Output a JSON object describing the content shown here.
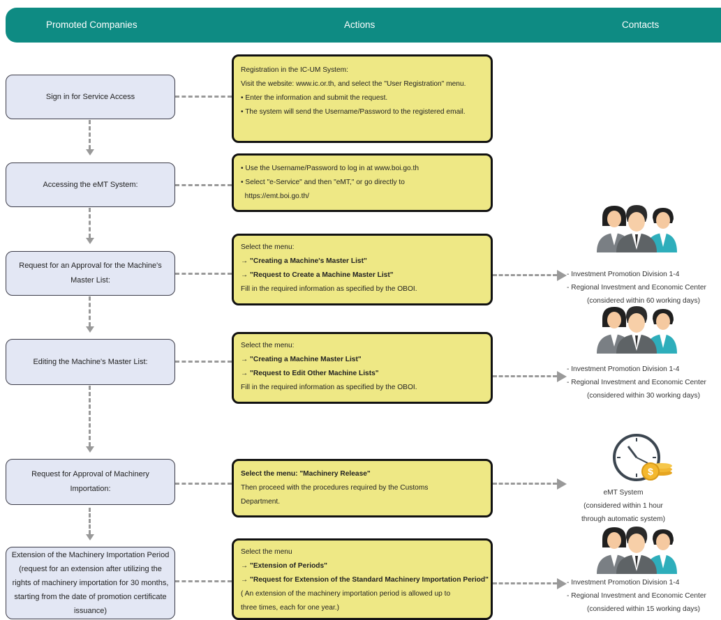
{
  "header": {
    "col_left": "Promoted Companies",
    "col_mid": "Actions",
    "col_right": "Contacts"
  },
  "steps": [
    {
      "left": "Sign in for Service Access",
      "actions": [
        "Registration in the IC-UM System:",
        "Visit the website: www.ic.or.th, and select the \"User Registration\" menu.",
        "• Enter the information and submit the request.",
        "• The system will send the Username/Password to the registered email."
      ]
    },
    {
      "left": "Accessing the eMT System:",
      "actions": [
        "• Use the Username/Password to log in at www.boi.go.th",
        "• Select \"e-Service\" and then \"eMT,\" or go directly to",
        "  https://emt.boi.go.th/"
      ]
    },
    {
      "left": "Request for an Approval for the Machine's Master List:",
      "actions": [
        "Select the menu:",
        "→ \"Creating a Machine's Master List\"",
        "→ \"Request to Create a Machine Master List\"",
        "Fill in the required information as specified by the OBOI."
      ],
      "contact": [
        "- Investment Promotion Division 1-4",
        "- Regional Investment and Economic Center",
        "(considered within 60 working days)"
      ]
    },
    {
      "left": "Editing the Machine's Master List:",
      "actions": [
        "Select the menu:",
        "→ \"Creating a Machine Master List\"",
        "→ \"Request to Edit Other Machine Lists\"",
        "Fill in the required information as specified by the OBOI."
      ],
      "contact": [
        "- Investment Promotion Division 1-4",
        "- Regional Investment and Economic Center",
        "(considered within 30 working days)"
      ]
    },
    {
      "left": "Request for Approval of Machinery Importation:",
      "actions": [
        "Select the menu: \"Machinery Release\"",
        "Then proceed with the procedures required by the Customs",
        "Department."
      ],
      "contact": [
        "eMT System",
        "(considered within 1 hour",
        "through automatic system)"
      ]
    },
    {
      "left": "Extension of the Machinery Importation Period (request for an extension after utilizing the rights of machinery importation for 30 months, starting from the date of promotion certificate issuance)",
      "actions": [
        "Select the menu",
        "→ \"Extension of Periods\"",
        "→ \"Request for Extension of the Standard Machinery Importation Period\"",
        "( An extension of the machinery importation period is allowed up to",
        "three times, each for one year.)"
      ],
      "contact": [
        "- Investment Promotion Division 1-4",
        "- Regional Investment and Economic Center",
        "(considered within 15 working days)"
      ]
    }
  ],
  "icons": {
    "people": "people-group-icon",
    "clock": "clock-coin-icon"
  }
}
